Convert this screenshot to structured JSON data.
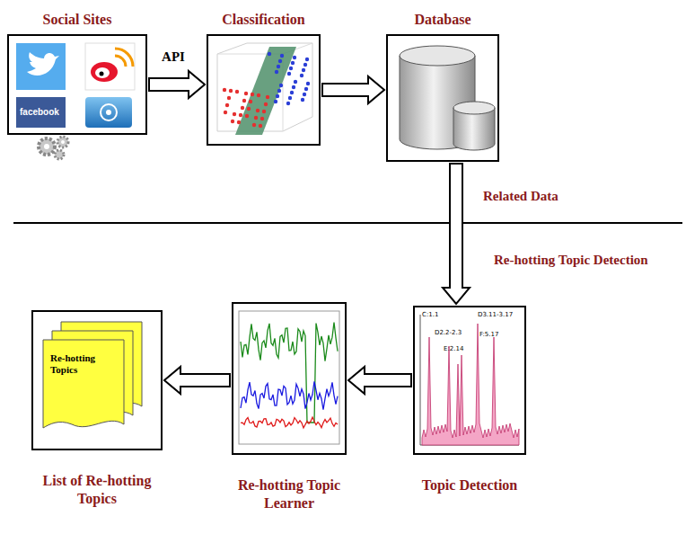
{
  "diagram": {
    "nodes": [
      {
        "text": [
          "Social Sites"
        ]
      },
      {
        "text": [
          "Classification"
        ]
      },
      {
        "text": [
          "Database"
        ]
      },
      {
        "text": [
          "Topic Detection"
        ]
      },
      {
        "text": [
          "Re-hotting Topic Learner"
        ]
      },
      {
        "text": [
          "List of Re-hotting Topics"
        ]
      }
    ],
    "edges": [
      {
        "from": 0,
        "to": 1,
        "label": "API",
        "arrow": "to"
      },
      {
        "from": 1,
        "to": 2,
        "arrow": "to"
      },
      {
        "from": 2,
        "to": 3,
        "label": "Related Data",
        "arrow": "to"
      },
      {
        "from": 3,
        "to": 4,
        "arrow": "to"
      },
      {
        "from": 4,
        "to": 5,
        "arrow": "to"
      }
    ],
    "labels": [
      "Re-hotting Topic Detection",
      "facebook",
      "Re-hotting Topics",
      "C:1.1",
      "D2.2-2.3",
      "E:2.14",
      "D3.11-3.17",
      "F:5.17"
    ]
  }
}
